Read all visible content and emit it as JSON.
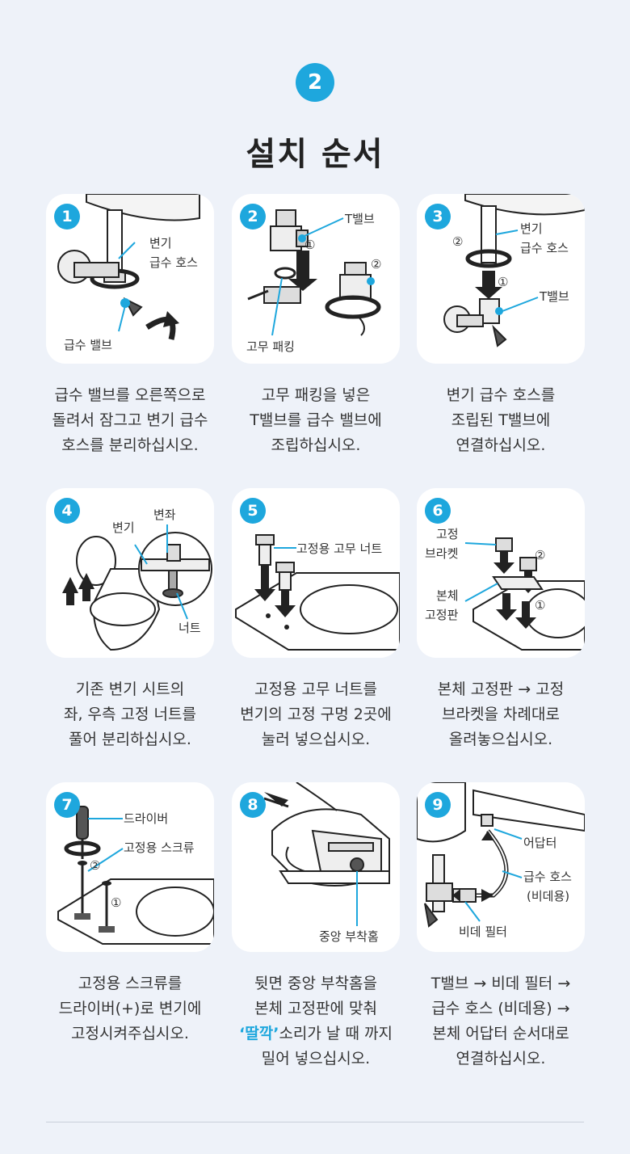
{
  "section": {
    "number": "2",
    "title": "설치 순서"
  },
  "steps": [
    {
      "number": "1",
      "labels": [
        "변기",
        "급수 호스",
        "급수 밸브"
      ],
      "desc": [
        "급수 밸브를 오른쪽으로",
        "돌려서 잠그고 변기 급수",
        "호스를 분리하십시오."
      ]
    },
    {
      "number": "2",
      "labels": [
        "T밸브",
        "①",
        "②",
        "고무 패킹"
      ],
      "desc": [
        "고무 패킹을 넣은",
        "T밸브를 급수 밸브에",
        "조립하십시오."
      ]
    },
    {
      "number": "3",
      "labels": [
        "변기",
        "급수 호스",
        "②",
        "①",
        "T밸브"
      ],
      "desc": [
        "변기 급수 호스를",
        "조립된 T밸브에",
        "연결하십시오."
      ]
    },
    {
      "number": "4",
      "labels": [
        "변좌",
        "변기",
        "너트"
      ],
      "desc": [
        "기존 변기 시트의",
        "좌, 우측 고정 너트를",
        "풀어 분리하십시오."
      ]
    },
    {
      "number": "5",
      "labels": [
        "고정용 고무 너트"
      ],
      "desc": [
        "고정용 고무 너트를",
        "변기의 고정 구멍 2곳에",
        "눌러 넣으십시오."
      ]
    },
    {
      "number": "6",
      "labels": [
        "고정",
        "브라켓",
        "②",
        "본체",
        "고정판",
        "①"
      ],
      "desc": [
        "본체 고정판 → 고정",
        "브라켓을 차례대로",
        "올려놓으십시오."
      ]
    },
    {
      "number": "7",
      "labels": [
        "드라이버",
        "고정용 스크류",
        "②",
        "①"
      ],
      "desc": [
        "고정용 스크류를",
        "드라이버(+)로 변기에",
        "고정시켜주십시오."
      ]
    },
    {
      "number": "8",
      "labels": [
        "중앙 부착홈"
      ],
      "desc": [
        "뒷면 중앙 부착홈을",
        "본체 고정판에 맞춰",
        "소리가 날 때 까지",
        "밀어 넣으십시오."
      ],
      "highlight": "‘딸깍’"
    },
    {
      "number": "9",
      "labels": [
        "어답터",
        "급수 호스",
        "(비데용)",
        "비데 필터"
      ],
      "desc": [
        "T밸브 → 비데 필터 →",
        "급수 호스 (비데용) →",
        "본체 어답터 순서대로",
        "연결하십시오."
      ]
    }
  ],
  "colors": {
    "accent": "#1ea7dd",
    "background": "#eef2f9",
    "card": "#ffffff",
    "text": "#333333"
  }
}
